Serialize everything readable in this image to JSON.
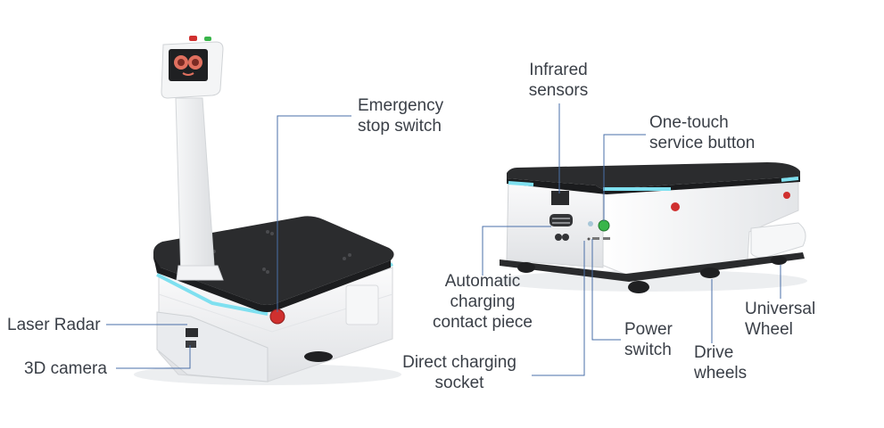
{
  "labels": {
    "emergency_stop": "Emergency\nstop switch",
    "laser_radar": "Laser Radar",
    "camera_3d": "3D camera",
    "infrared": "Infrared\nsensors",
    "one_touch": "One-touch\nservice button",
    "auto_charging": "Automatic\ncharging\ncontact piece",
    "direct_charging": "Direct charging\nsocket",
    "power_switch": "Power\nswitch",
    "drive_wheels": "Drive\nwheels",
    "universal_wheel": "Universal\nWheel"
  },
  "colors": {
    "leader": "#4a6fa8",
    "text": "#3a3f47",
    "body": "#f1f2f4",
    "top_plate": "#2b2c2e",
    "accent_glow": "#7fe0f0",
    "estop_red": "#d0302f",
    "service_green": "#39b54a"
  }
}
